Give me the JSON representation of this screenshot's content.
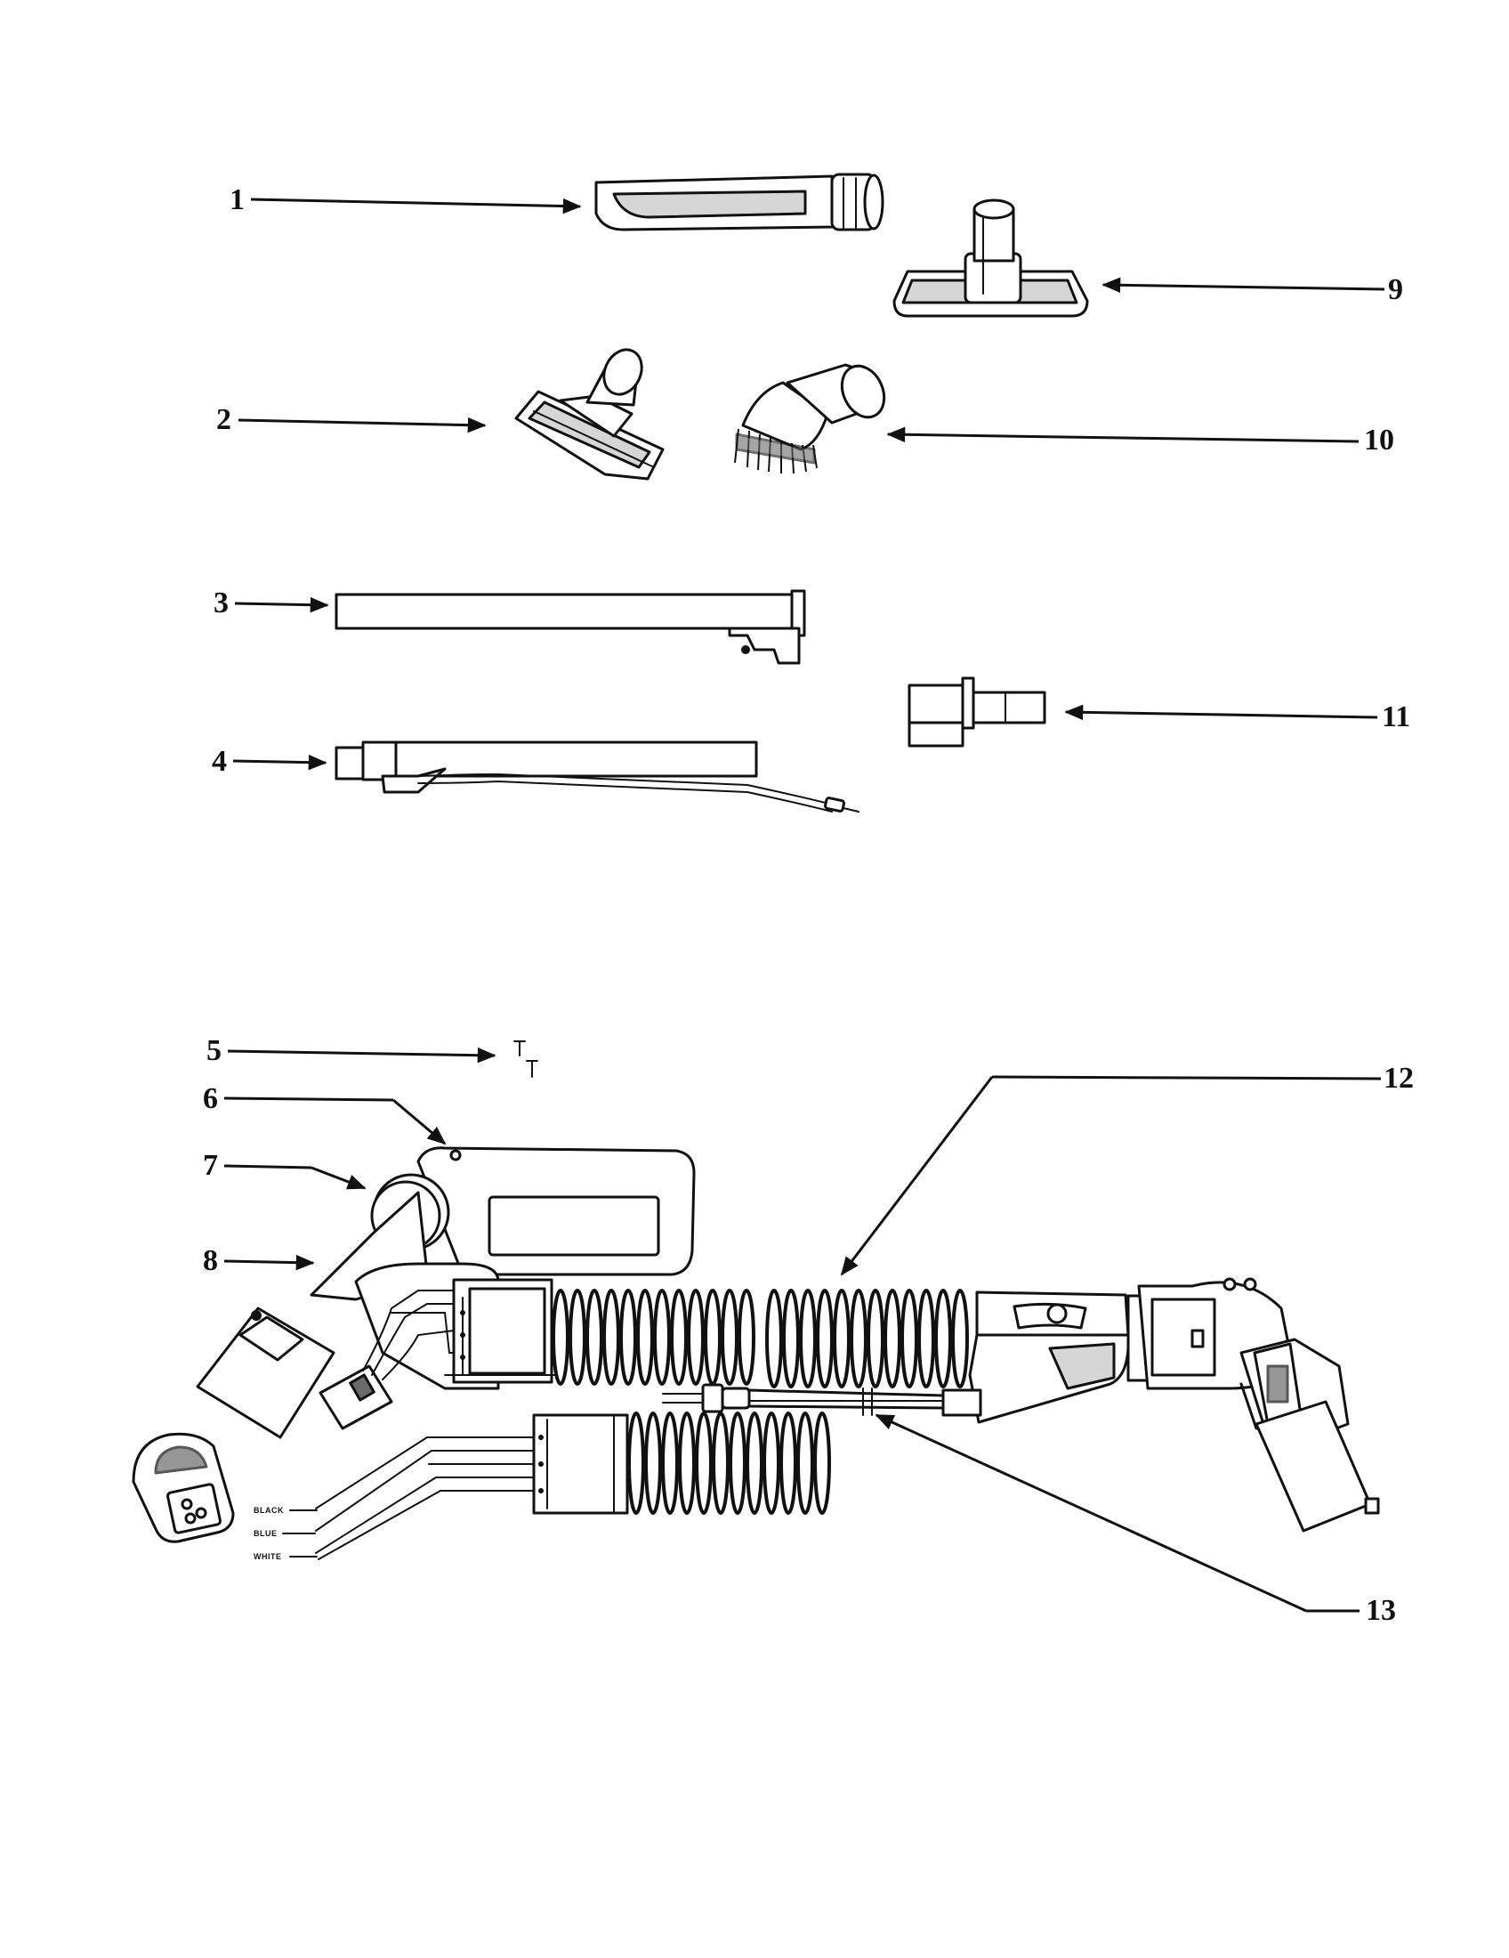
{
  "diagram": {
    "callouts": [
      {
        "id": "1",
        "part": "crevice-tool"
      },
      {
        "id": "2",
        "part": "upholstery-tool"
      },
      {
        "id": "3",
        "part": "wand-upper"
      },
      {
        "id": "4",
        "part": "wand-lower"
      },
      {
        "id": "5",
        "part": "screws"
      },
      {
        "id": "6",
        "part": "handle-cover"
      },
      {
        "id": "7",
        "part": "handle-knob"
      },
      {
        "id": "8",
        "part": "handle-body"
      },
      {
        "id": "9",
        "part": "floor-tool"
      },
      {
        "id": "10",
        "part": "dusting-brush"
      },
      {
        "id": "11",
        "part": "adapter"
      },
      {
        "id": "12",
        "part": "hose-assembly"
      },
      {
        "id": "13",
        "part": "power-cord"
      }
    ],
    "wire_labels": [
      "BLACK",
      "BLUE",
      "WHITE"
    ]
  }
}
